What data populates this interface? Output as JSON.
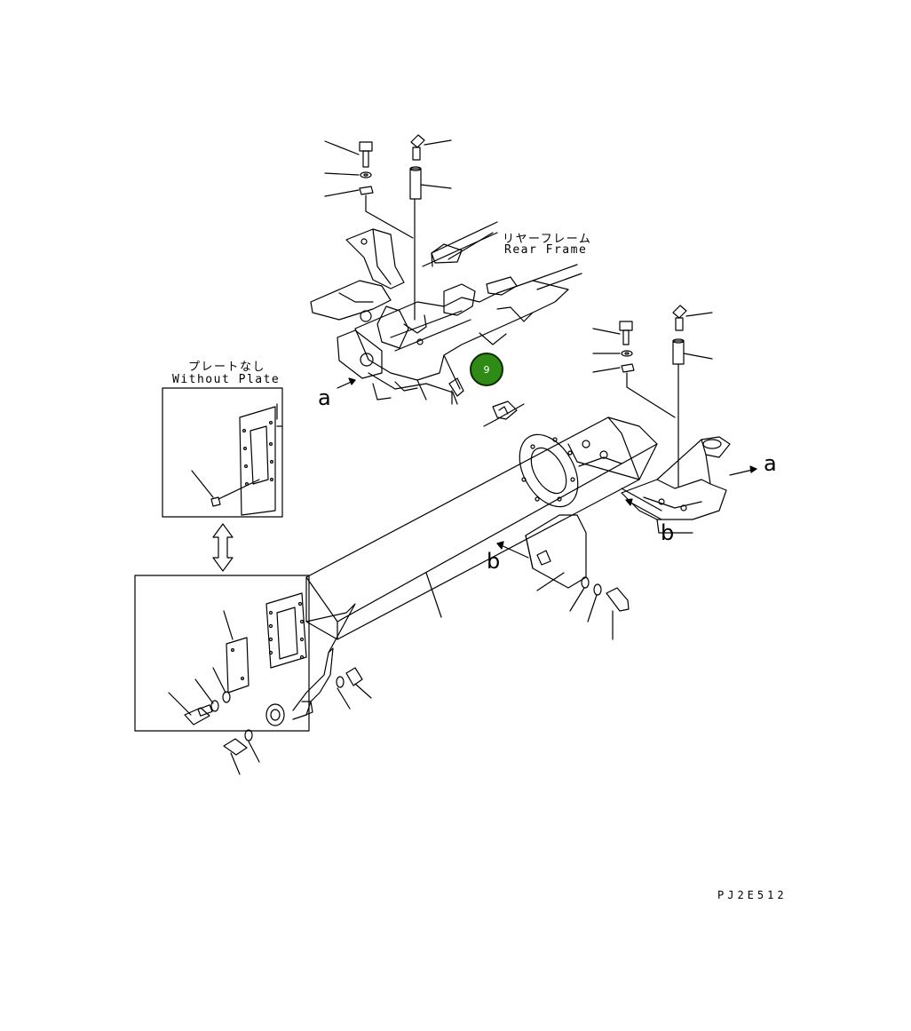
{
  "labels": {
    "rear_frame_jp": "リヤーフレーム",
    "rear_frame_en": "Rear Frame",
    "without_plate_jp": "プレートなし",
    "without_plate_en": "Without Plate"
  },
  "view_letters": {
    "a_left": "a",
    "a_right": "a",
    "b_right": "b",
    "b_center": "b"
  },
  "hotspot": {
    "label": "9"
  },
  "drawing_code": "PJ2E512",
  "colors": {
    "line": "#000000",
    "marker_fill": "#2f8a16",
    "marker_border": "#0d2d05"
  }
}
